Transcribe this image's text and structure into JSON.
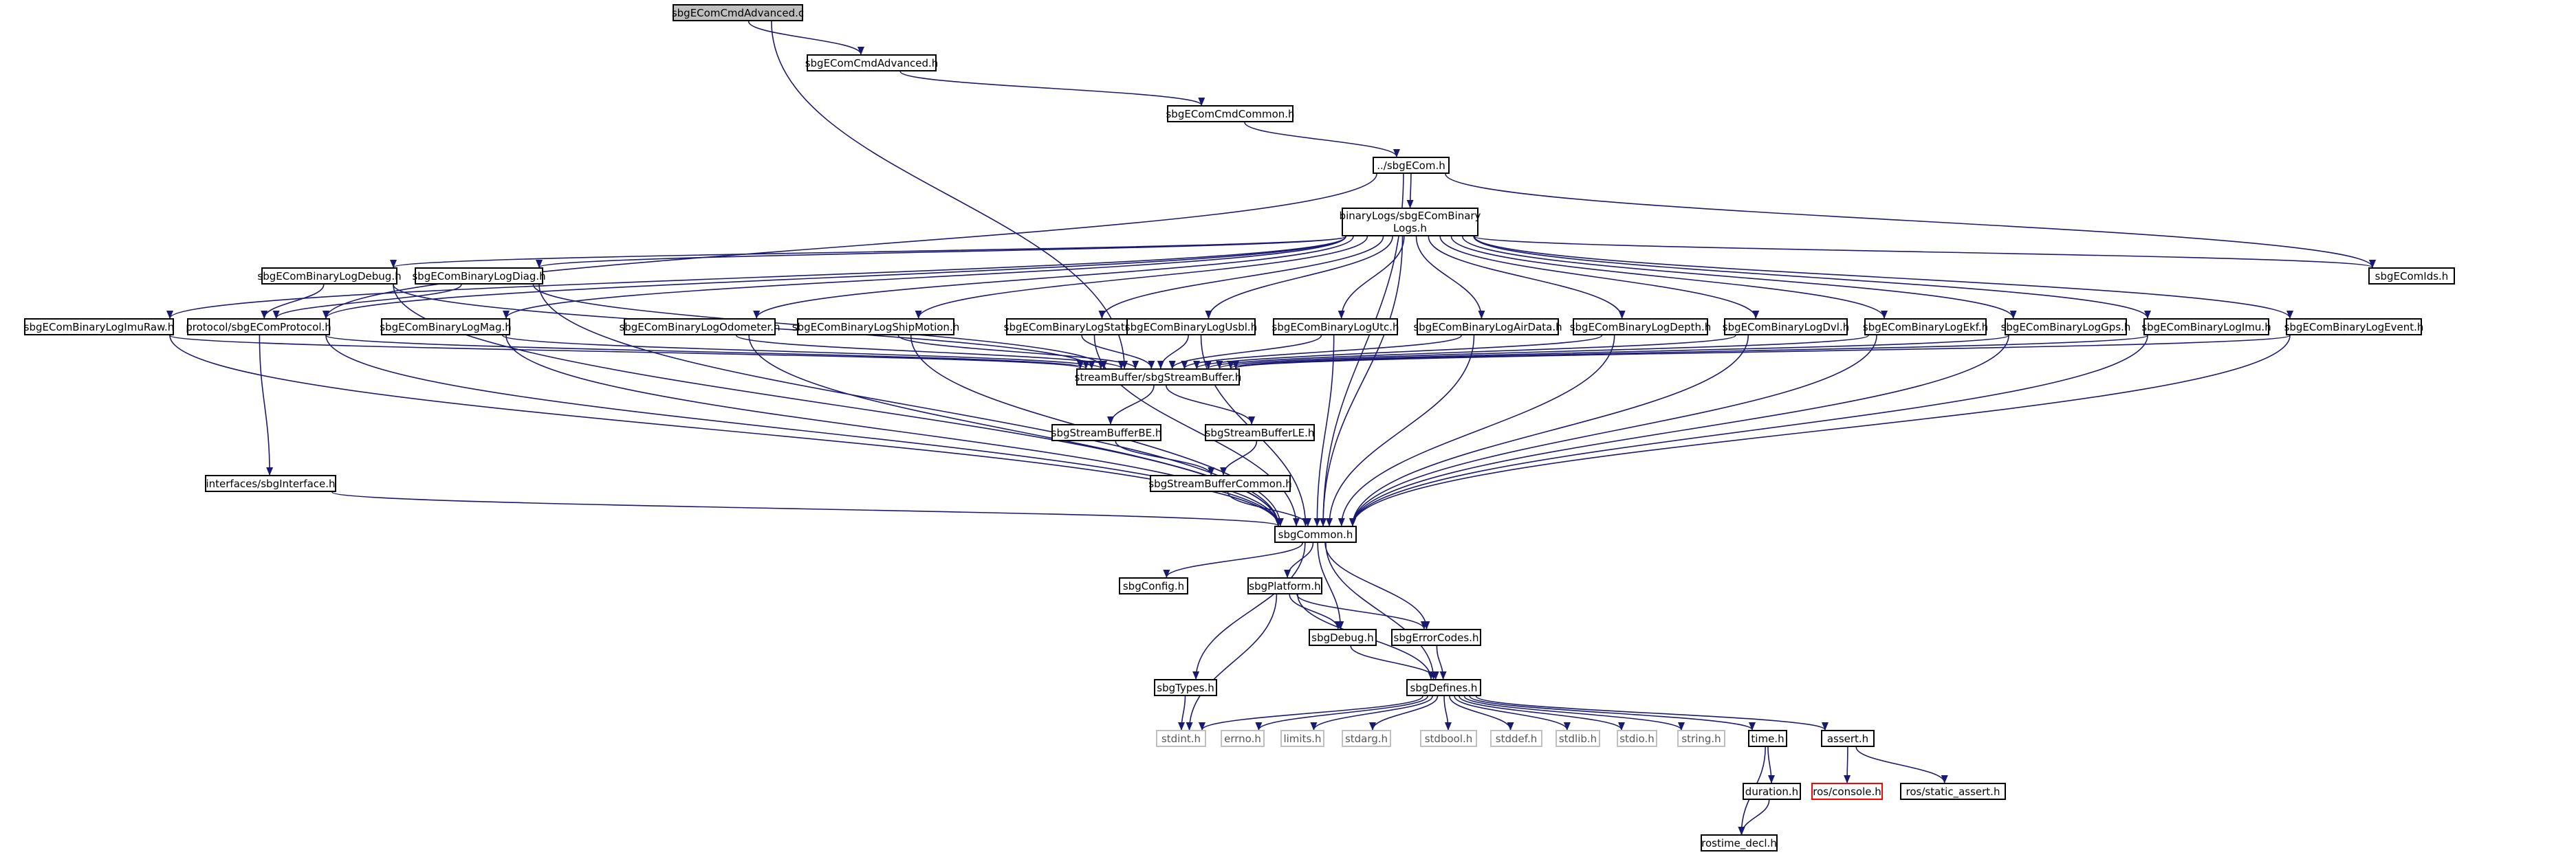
{
  "graph": {
    "colors": {
      "edge": "#191970",
      "root_fill": "#bfbfbf",
      "node_border": "#000000",
      "system_border": "#bfbfbf",
      "missing_border": "#ff0000"
    },
    "nodes": [
      {
        "id": "root",
        "label": "sbgEComCmdAdvanced.c",
        "kind": "root"
      },
      {
        "id": "cmdadv",
        "label": "sbgEComCmdAdvanced.h",
        "kind": "file"
      },
      {
        "id": "cmdcommon",
        "label": "sbgEComCmdCommon.h",
        "kind": "file"
      },
      {
        "id": "ecom",
        "label": "../sbgECom.h",
        "kind": "file"
      },
      {
        "id": "binlogs",
        "label": "binaryLogs/sbgEComBinary\nLogs.h",
        "kind": "file"
      },
      {
        "id": "ids",
        "label": "sbgEComIds.h",
        "kind": "file"
      },
      {
        "id": "imuraw",
        "label": "sbgEComBinaryLogImuRaw.h",
        "kind": "file"
      },
      {
        "id": "debug",
        "label": "sbgEComBinaryLogDebug.h",
        "kind": "file"
      },
      {
        "id": "diag",
        "label": "sbgEComBinaryLogDiag.h",
        "kind": "file"
      },
      {
        "id": "protocol",
        "label": "protocol/sbgEComProtocol.h",
        "kind": "file"
      },
      {
        "id": "mag",
        "label": "sbgEComBinaryLogMag.h",
        "kind": "file"
      },
      {
        "id": "odometer",
        "label": "sbgEComBinaryLogOdometer.h",
        "kind": "file"
      },
      {
        "id": "shipmotion",
        "label": "sbgEComBinaryLogShipMotion.h",
        "kind": "file"
      },
      {
        "id": "status",
        "label": "sbgEComBinaryLogStatus.h",
        "kind": "file"
      },
      {
        "id": "usbl",
        "label": "sbgEComBinaryLogUsbl.h",
        "kind": "file"
      },
      {
        "id": "utc",
        "label": "sbgEComBinaryLogUtc.h",
        "kind": "file"
      },
      {
        "id": "airdata",
        "label": "sbgEComBinaryLogAirData.h",
        "kind": "file"
      },
      {
        "id": "depth",
        "label": "sbgEComBinaryLogDepth.h",
        "kind": "file"
      },
      {
        "id": "dvl",
        "label": "sbgEComBinaryLogDvl.h",
        "kind": "file"
      },
      {
        "id": "ekf",
        "label": "sbgEComBinaryLogEkf.h",
        "kind": "file"
      },
      {
        "id": "gps",
        "label": "sbgEComBinaryLogGps.h",
        "kind": "file"
      },
      {
        "id": "imu",
        "label": "sbgEComBinaryLogImu.h",
        "kind": "file"
      },
      {
        "id": "event",
        "label": "sbgEComBinaryLogEvent.h",
        "kind": "file"
      },
      {
        "id": "streambuf",
        "label": "streamBuffer/sbgStreamBuffer.h",
        "kind": "file"
      },
      {
        "id": "sbbe",
        "label": "sbgStreamBufferBE.h",
        "kind": "file"
      },
      {
        "id": "sble",
        "label": "sbgStreamBufferLE.h",
        "kind": "file"
      },
      {
        "id": "sbcommon",
        "label": "sbgStreamBufferCommon.h",
        "kind": "file"
      },
      {
        "id": "interface",
        "label": "interfaces/sbgInterface.h",
        "kind": "file"
      },
      {
        "id": "common",
        "label": "sbgCommon.h",
        "kind": "file"
      },
      {
        "id": "config",
        "label": "sbgConfig.h",
        "kind": "file"
      },
      {
        "id": "platform",
        "label": "sbgPlatform.h",
        "kind": "file"
      },
      {
        "id": "dbg",
        "label": "sbgDebug.h",
        "kind": "file"
      },
      {
        "id": "errcodes",
        "label": "sbgErrorCodes.h",
        "kind": "file"
      },
      {
        "id": "types",
        "label": "sbgTypes.h",
        "kind": "file"
      },
      {
        "id": "defines",
        "label": "sbgDefines.h",
        "kind": "file"
      },
      {
        "id": "stdint",
        "label": "stdint.h",
        "kind": "system"
      },
      {
        "id": "errno",
        "label": "errno.h",
        "kind": "system"
      },
      {
        "id": "limits",
        "label": "limits.h",
        "kind": "system"
      },
      {
        "id": "stdarg",
        "label": "stdarg.h",
        "kind": "system"
      },
      {
        "id": "stdbool",
        "label": "stdbool.h",
        "kind": "system"
      },
      {
        "id": "stddef",
        "label": "stddef.h",
        "kind": "system"
      },
      {
        "id": "stdlib",
        "label": "stdlib.h",
        "kind": "system"
      },
      {
        "id": "stdio",
        "label": "stdio.h",
        "kind": "system"
      },
      {
        "id": "string",
        "label": "string.h",
        "kind": "system"
      },
      {
        "id": "time",
        "label": "time.h",
        "kind": "file"
      },
      {
        "id": "assert",
        "label": "assert.h",
        "kind": "file"
      },
      {
        "id": "duration",
        "label": "duration.h",
        "kind": "file"
      },
      {
        "id": "rosconsole",
        "label": "ros/console.h",
        "kind": "missing"
      },
      {
        "id": "rosassert",
        "label": "ros/static_assert.h",
        "kind": "file"
      },
      {
        "id": "rostime",
        "label": "rostime_decl.h",
        "kind": "file"
      }
    ],
    "edges": [
      [
        "root",
        "cmdadv"
      ],
      [
        "root",
        "streambuf"
      ],
      [
        "cmdadv",
        "cmdcommon"
      ],
      [
        "cmdcommon",
        "ecom"
      ],
      [
        "ecom",
        "binlogs"
      ],
      [
        "ecom",
        "ids"
      ],
      [
        "ecom",
        "protocol"
      ],
      [
        "ecom",
        "common"
      ],
      [
        "binlogs",
        "imuraw"
      ],
      [
        "binlogs",
        "debug"
      ],
      [
        "binlogs",
        "diag"
      ],
      [
        "binlogs",
        "mag"
      ],
      [
        "binlogs",
        "odometer"
      ],
      [
        "binlogs",
        "shipmotion"
      ],
      [
        "binlogs",
        "status"
      ],
      [
        "binlogs",
        "usbl"
      ],
      [
        "binlogs",
        "utc"
      ],
      [
        "binlogs",
        "airdata"
      ],
      [
        "binlogs",
        "depth"
      ],
      [
        "binlogs",
        "dvl"
      ],
      [
        "binlogs",
        "ekf"
      ],
      [
        "binlogs",
        "gps"
      ],
      [
        "binlogs",
        "imu"
      ],
      [
        "binlogs",
        "event"
      ],
      [
        "binlogs",
        "protocol"
      ],
      [
        "binlogs",
        "ids"
      ],
      [
        "binlogs",
        "common"
      ],
      [
        "imuraw",
        "streambuf"
      ],
      [
        "imuraw",
        "common"
      ],
      [
        "debug",
        "protocol"
      ],
      [
        "debug",
        "streambuf"
      ],
      [
        "debug",
        "common"
      ],
      [
        "diag",
        "protocol"
      ],
      [
        "diag",
        "streambuf"
      ],
      [
        "diag",
        "common"
      ],
      [
        "protocol",
        "streambuf"
      ],
      [
        "protocol",
        "interface"
      ],
      [
        "protocol",
        "common"
      ],
      [
        "mag",
        "streambuf"
      ],
      [
        "mag",
        "common"
      ],
      [
        "odometer",
        "streambuf"
      ],
      [
        "odometer",
        "common"
      ],
      [
        "shipmotion",
        "streambuf"
      ],
      [
        "shipmotion",
        "common"
      ],
      [
        "status",
        "streambuf"
      ],
      [
        "status",
        "common"
      ],
      [
        "usbl",
        "streambuf"
      ],
      [
        "usbl",
        "common"
      ],
      [
        "utc",
        "streambuf"
      ],
      [
        "utc",
        "common"
      ],
      [
        "airdata",
        "streambuf"
      ],
      [
        "airdata",
        "common"
      ],
      [
        "depth",
        "streambuf"
      ],
      [
        "depth",
        "common"
      ],
      [
        "dvl",
        "streambuf"
      ],
      [
        "dvl",
        "common"
      ],
      [
        "ekf",
        "streambuf"
      ],
      [
        "ekf",
        "common"
      ],
      [
        "gps",
        "streambuf"
      ],
      [
        "gps",
        "common"
      ],
      [
        "imu",
        "streambuf"
      ],
      [
        "imu",
        "common"
      ],
      [
        "event",
        "streambuf"
      ],
      [
        "event",
        "common"
      ],
      [
        "streambuf",
        "sbbe"
      ],
      [
        "streambuf",
        "sble"
      ],
      [
        "sbbe",
        "sbcommon"
      ],
      [
        "sble",
        "sbcommon"
      ],
      [
        "sbcommon",
        "common"
      ],
      [
        "interface",
        "common"
      ],
      [
        "common",
        "config"
      ],
      [
        "common",
        "platform"
      ],
      [
        "common",
        "dbg"
      ],
      [
        "common",
        "errcodes"
      ],
      [
        "common",
        "types"
      ],
      [
        "common",
        "defines"
      ],
      [
        "platform",
        "dbg"
      ],
      [
        "platform",
        "errcodes"
      ],
      [
        "platform",
        "defines"
      ],
      [
        "platform",
        "stdint"
      ],
      [
        "dbg",
        "defines"
      ],
      [
        "errcodes",
        "defines"
      ],
      [
        "types",
        "stdint"
      ],
      [
        "defines",
        "stdint"
      ],
      [
        "defines",
        "errno"
      ],
      [
        "defines",
        "limits"
      ],
      [
        "defines",
        "stdarg"
      ],
      [
        "defines",
        "stdbool"
      ],
      [
        "defines",
        "stddef"
      ],
      [
        "defines",
        "stdlib"
      ],
      [
        "defines",
        "stdio"
      ],
      [
        "defines",
        "string"
      ],
      [
        "defines",
        "time"
      ],
      [
        "defines",
        "assert"
      ],
      [
        "time",
        "duration"
      ],
      [
        "time",
        "rostime"
      ],
      [
        "duration",
        "rostime"
      ],
      [
        "assert",
        "rosconsole"
      ],
      [
        "assert",
        "rosassert"
      ]
    ]
  }
}
